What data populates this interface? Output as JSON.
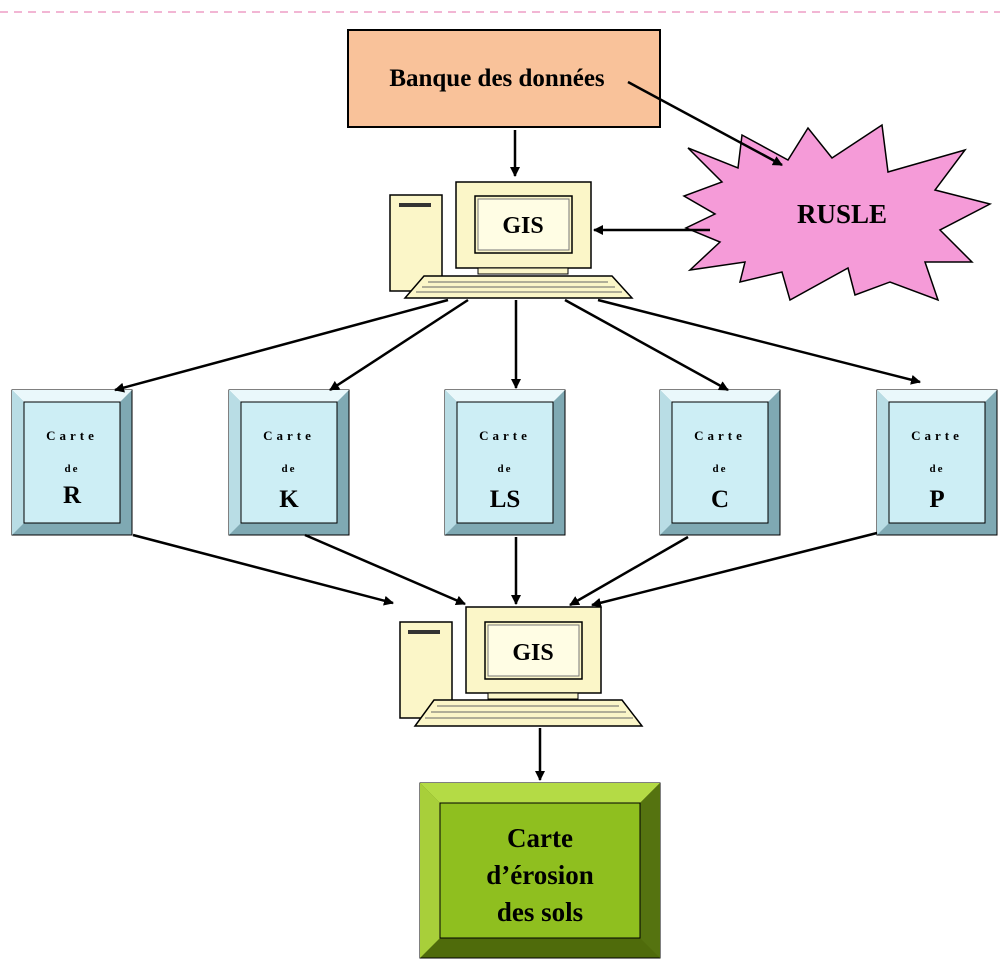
{
  "source_box": {
    "label": "Banque des données",
    "fill": "#f9c29a"
  },
  "model_burst": {
    "label": "RUSLE",
    "fill": "#f59bd8"
  },
  "computer_top": {
    "screen_label": "GIS"
  },
  "computer_bottom": {
    "screen_label": "GIS"
  },
  "factor_maps": [
    {
      "line1": "Carte",
      "line2": "de",
      "factor": "R"
    },
    {
      "line1": "Carte",
      "line2": "de",
      "factor": "K"
    },
    {
      "line1": "Carte",
      "line2": "de",
      "factor": "LS"
    },
    {
      "line1": "Carte",
      "line2": "de",
      "factor": "C"
    },
    {
      "line1": "Carte",
      "line2": "de",
      "factor": "P"
    }
  ],
  "output_box": {
    "line1": "Carte",
    "line2": "d’érosion",
    "line3": "des sols",
    "fill": "#8fbf1f"
  },
  "colors": {
    "factor_face": "#cdeef5",
    "factor_bevel_light": "#eaf8fb",
    "factor_bevel_dark": "#7fa9b3",
    "computer_body": "#fbf6c8",
    "top_dashed_border": "#f2b6d4"
  }
}
